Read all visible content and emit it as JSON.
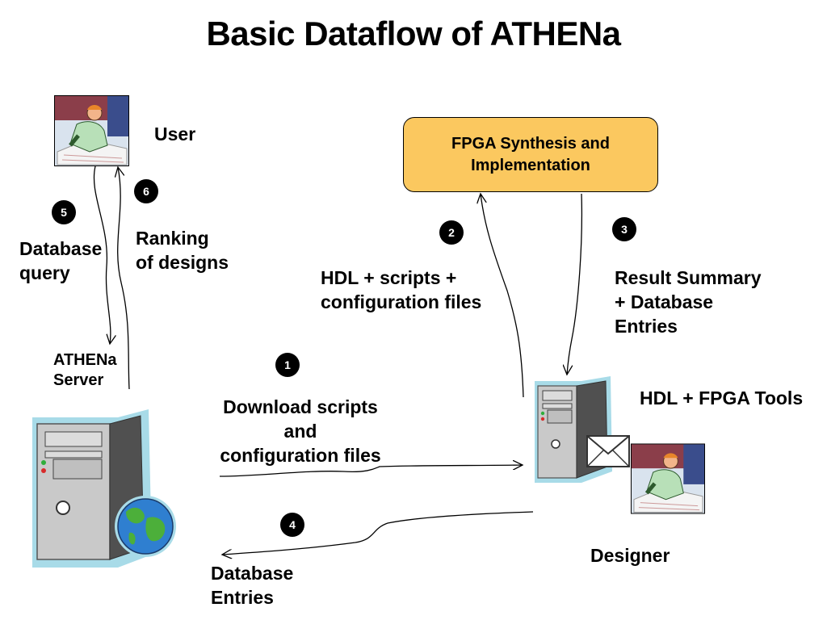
{
  "title": "Basic Dataflow of ATHENa",
  "nodes": {
    "user": "User",
    "athena_server": "ATHENa\nServer",
    "fpga_box": "FPGA Synthesis and\nImplementation",
    "designer": "Designer",
    "tools": "HDL + FPGA Tools"
  },
  "steps": [
    {
      "num": "1",
      "label": "Download scripts\nand\nconfiguration files"
    },
    {
      "num": "2",
      "label": "HDL + scripts +\nconfiguration files"
    },
    {
      "num": "3",
      "label": "Result Summary\n+ Database\nEntries"
    },
    {
      "num": "4",
      "label": "Database\nEntries"
    },
    {
      "num": "5",
      "label": "Database\nquery"
    },
    {
      "num": "6",
      "label": "Ranking\nof designs"
    }
  ],
  "icons": [
    "user-clipart-icon",
    "server-tower-icon",
    "globe-icon",
    "designer-workstation-icon",
    "envelope-icon",
    "designer-clipart-icon"
  ]
}
